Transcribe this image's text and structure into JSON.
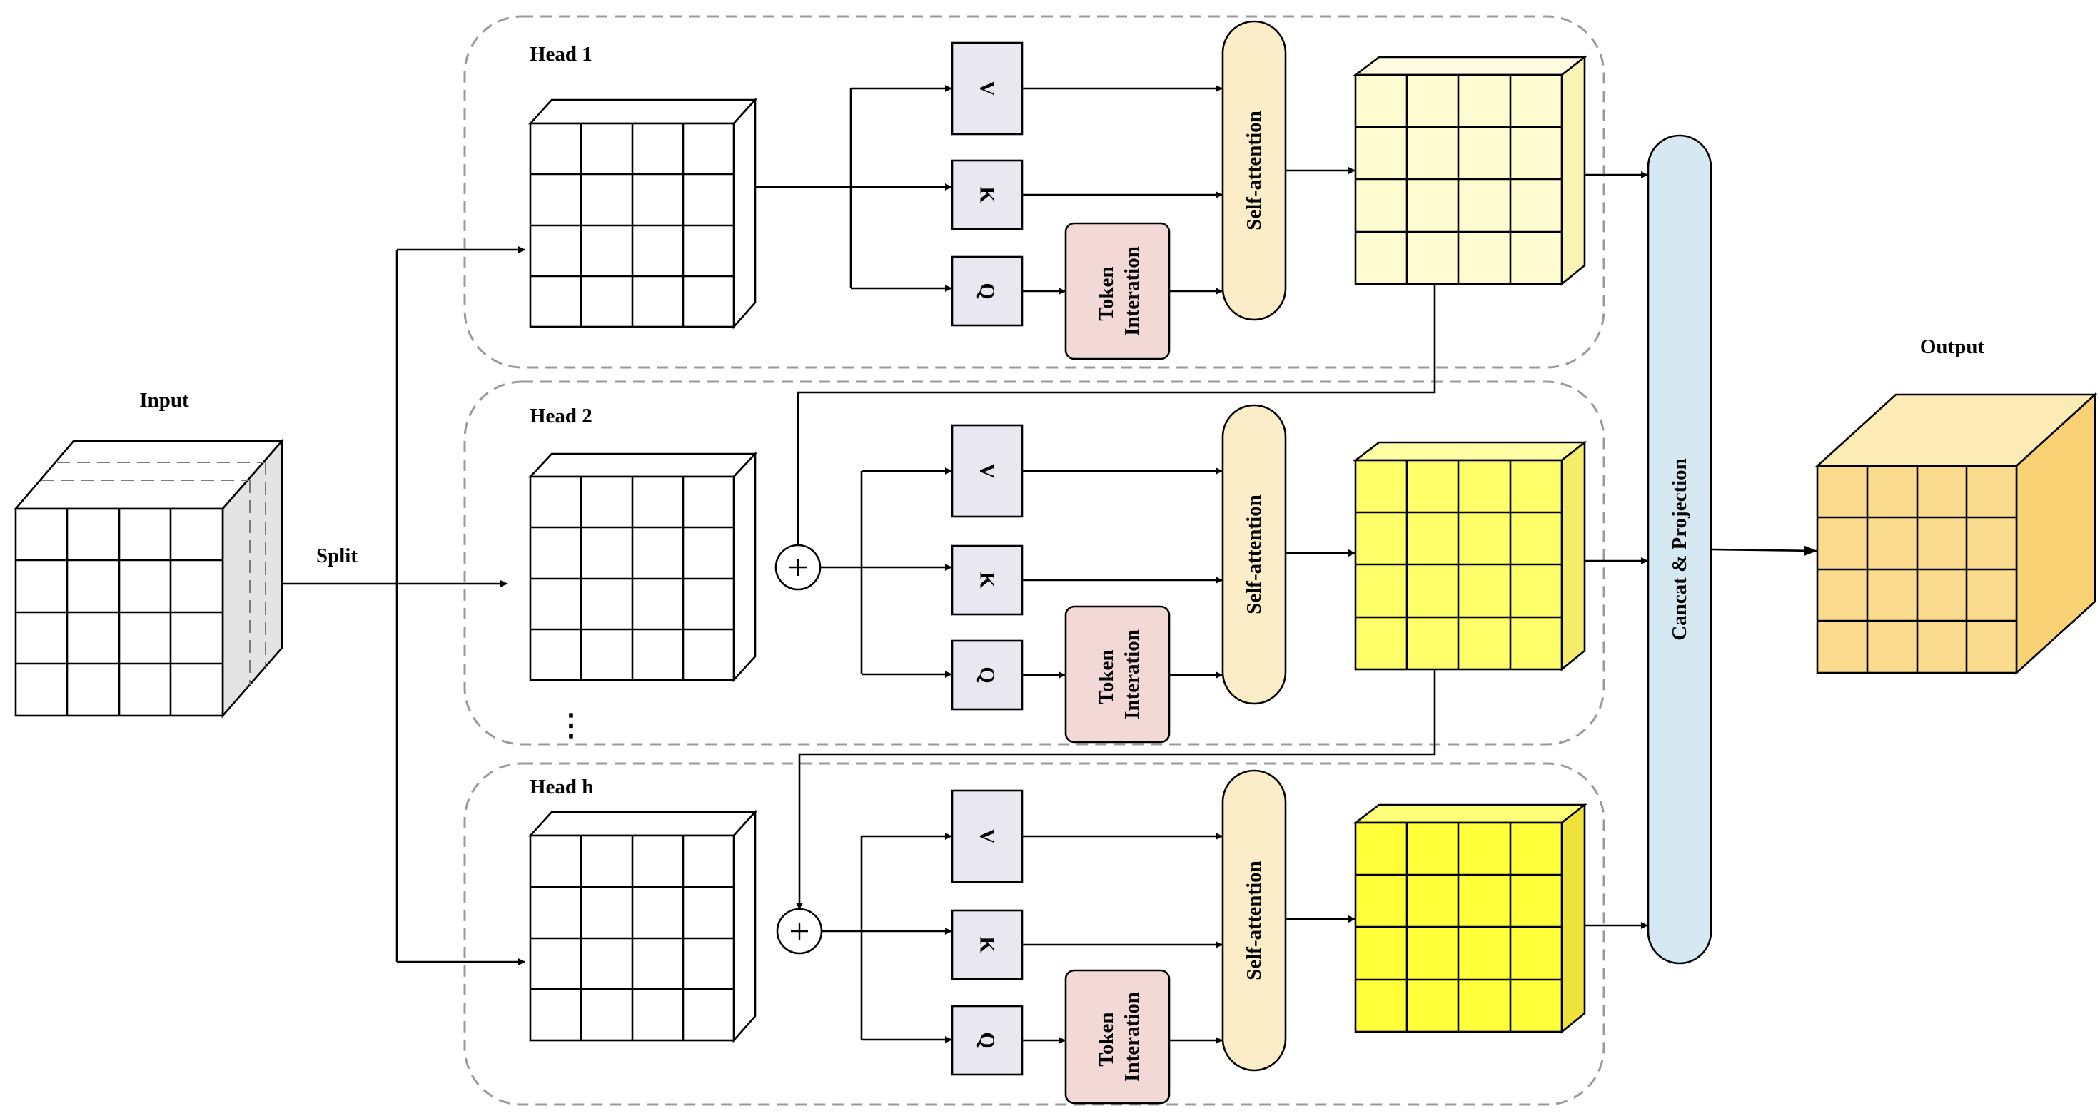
{
  "input": {
    "label": "Input"
  },
  "split": {
    "label": "Split"
  },
  "output": {
    "label": "Output"
  },
  "concat": {
    "label": "Cancat & Projection"
  },
  "ellipsis": "⋮",
  "heads": [
    {
      "title": "Head 1",
      "v": "V",
      "k": "K",
      "q": "Q",
      "token_line1": "Token",
      "token_line2": "Interation",
      "attention": "Self-attention"
    },
    {
      "title": "Head 2",
      "v": "V",
      "k": "K",
      "q": "Q",
      "token_line1": "Token",
      "token_line2": "Interation",
      "attention": "Self-attention"
    },
    {
      "title": "Head h",
      "v": "V",
      "k": "K",
      "q": "Q",
      "token_line1": "Token",
      "token_line2": "Interation",
      "attention": "Self-attention"
    }
  ],
  "colors": {
    "panel_border": "#9a9a9a",
    "qkv_fill": "#e9e7f0",
    "token_fill": "#f2d9d6",
    "attention_fill": "#fcedc9",
    "concat_fill": "#d6e9f2",
    "input_side": "#e4e4e4",
    "head1_front": "#fffcd2",
    "head1_top": "#fffcdf",
    "head1_side": "#fbf3b4",
    "head2_front": "#ffff6a",
    "head2_top": "#ffffa6",
    "head2_side": "#f3ed6a",
    "headh_front": "#ffff3a",
    "headh_top": "#ffff7a",
    "headh_side": "#eee33a",
    "output_front": "#fbdc8f",
    "output_top": "#fdebb6",
    "output_side": "#f8d274"
  }
}
